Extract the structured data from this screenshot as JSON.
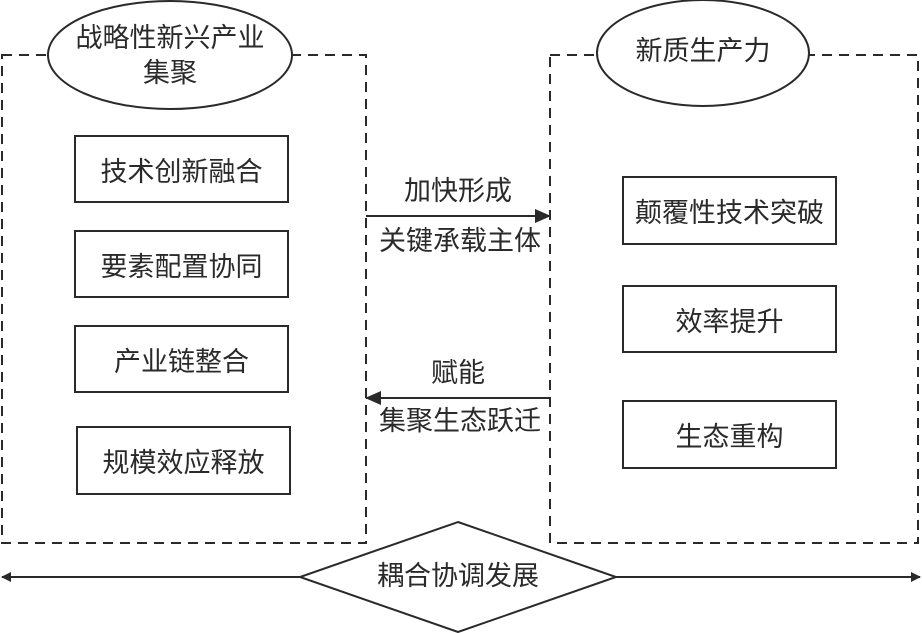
{
  "left_group": {
    "title_line1": "战略性新兴产业",
    "title_line2": "集聚",
    "items": [
      "技术创新融合",
      "要素配置协同",
      "产业链整合",
      "规模效应释放"
    ]
  },
  "right_group": {
    "title": "新质生产力",
    "items": [
      "颠覆性技术突破",
      "效率提升",
      "生态重构"
    ]
  },
  "arrow_right": {
    "label_above": "加快形成",
    "label_below": "关键承载主体"
  },
  "arrow_left": {
    "label_above": "赋能",
    "label_below": "集聚生态跃迁"
  },
  "center": {
    "label": "耦合协调发展"
  },
  "colors": {
    "stroke": "#2a2a2a",
    "background": "#ffffff"
  }
}
